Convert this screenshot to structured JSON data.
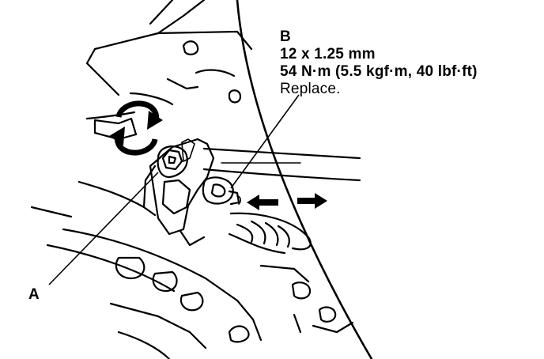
{
  "callouts": {
    "a": {
      "letter": "A"
    },
    "b": {
      "letter": "B",
      "size": "12 x 1.25 mm",
      "torque": "54 N·m (5.5 kgf·m, 40 lbf·ft)",
      "note": "Replace."
    }
  },
  "colors": {
    "line": "#000000",
    "background": "#ffffff"
  },
  "icons": {
    "rotate": "rotate-arrows-icon",
    "slide": "left-right-arrows-icon"
  }
}
